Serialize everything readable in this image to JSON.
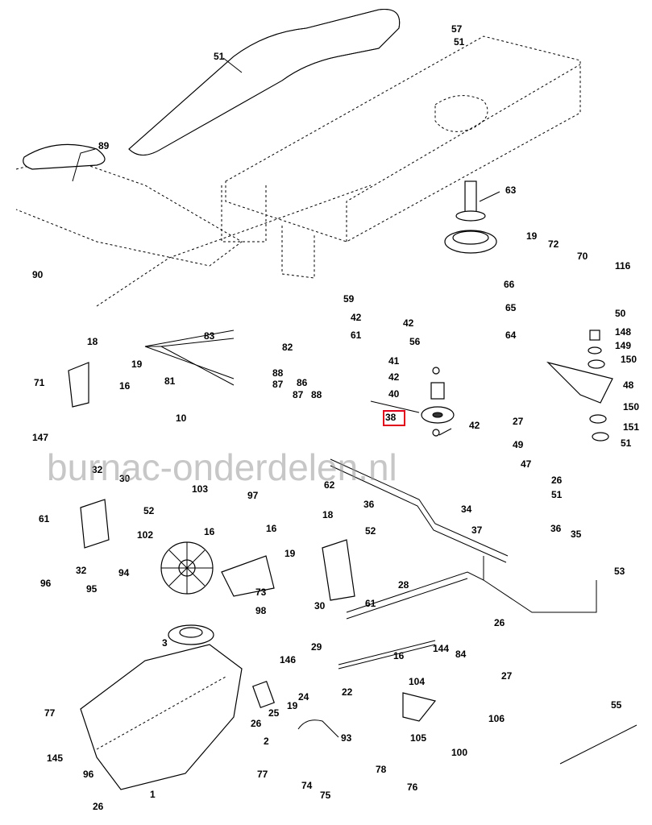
{
  "diagram": {
    "watermark": "burnac-onderdelen.nl",
    "highlighted_part": "38",
    "highlight_color": "#e0001a",
    "callouts": [
      "57",
      "51",
      "51",
      "89",
      "63",
      "19",
      "72",
      "70",
      "116",
      "90",
      "59",
      "66",
      "42",
      "42",
      "65",
      "61",
      "56",
      "64",
      "83",
      "82",
      "50",
      "148",
      "149",
      "150",
      "48",
      "150",
      "151",
      "51",
      "18",
      "19",
      "71",
      "16",
      "81",
      "88",
      "87",
      "86",
      "87",
      "88",
      "41",
      "42",
      "40",
      "38",
      "42",
      "27",
      "147",
      "10",
      "49",
      "47",
      "26",
      "51",
      "32",
      "30",
      "62",
      "36",
      "37",
      "34",
      "103",
      "97",
      "61",
      "52",
      "16",
      "102",
      "16",
      "19",
      "18",
      "52",
      "32",
      "94",
      "73",
      "30",
      "61",
      "96",
      "95",
      "36",
      "35",
      "53",
      "28",
      "98",
      "3",
      "26",
      "27",
      "29",
      "144",
      "84",
      "16",
      "104",
      "146",
      "22",
      "106",
      "77",
      "24",
      "19",
      "25",
      "105",
      "100",
      "26",
      "2",
      "93",
      "55",
      "145",
      "96",
      "78",
      "77",
      "74",
      "75",
      "76",
      "1",
      "26"
    ]
  }
}
